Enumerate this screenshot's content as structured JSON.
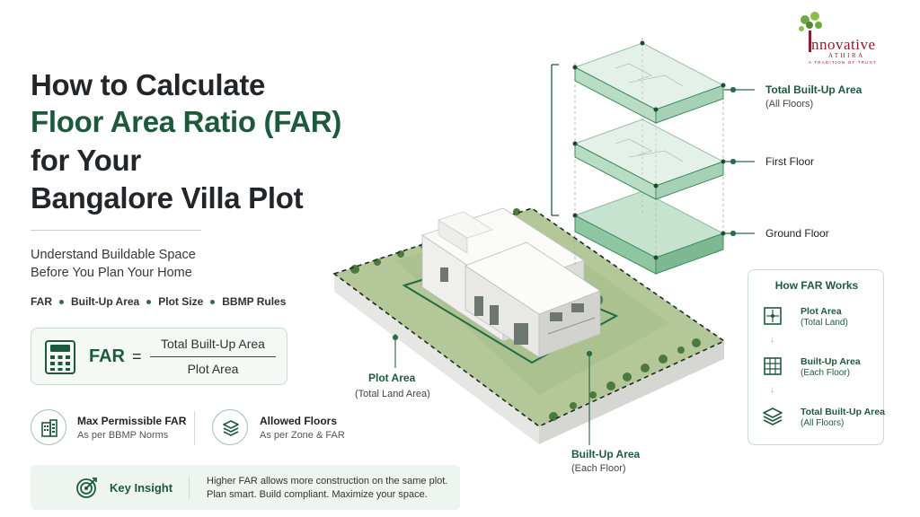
{
  "title": {
    "line1": "How to Calculate",
    "line2": "Floor Area Ratio (FAR)",
    "line3": "for Your",
    "line4": "Bangalore Villa Plot"
  },
  "subtitle": {
    "line1": "Understand Buildable Space",
    "line2": "Before You Plan Your Home"
  },
  "tags": [
    "FAR",
    "Built-Up Area",
    "Plot Size",
    "BBMP Rules"
  ],
  "formula": {
    "lhs": "FAR",
    "equals": "=",
    "numerator": "Total Built-Up Area",
    "denominator": "Plot Area"
  },
  "info": [
    {
      "title": "Max Permissible FAR",
      "subtitle": "As per BBMP Norms",
      "icon": "building-icon"
    },
    {
      "title": "Allowed Floors",
      "subtitle": "As per Zone & FAR",
      "icon": "layers-icon"
    }
  ],
  "insight": {
    "title": "Key Insight",
    "line1": "Higher FAR allows more construction on the same plot.",
    "line2": "Plan smart.  Build compliant. Maximize your space.",
    "icon": "target-icon"
  },
  "diagram_labels": {
    "total_built_up": "Total Built-Up Area",
    "total_built_up_sub": "(All Floors)",
    "first_floor": "First Floor",
    "ground_floor": "Ground Floor",
    "plot_area": "Plot Area",
    "plot_area_sub": "(Total Land Area)",
    "built_up": "Built-Up Area",
    "built_up_sub": "(Each Floor)"
  },
  "how_far_works": {
    "title": "How FAR Works",
    "steps": [
      {
        "title": "Plot Area",
        "subtitle": "(Total Land)",
        "icon": "plot-icon"
      },
      {
        "title": "Built-Up Area",
        "subtitle": "(Each Floor)",
        "icon": "grid-icon"
      },
      {
        "title": "Total Built-Up Area",
        "subtitle": "(All Floors)",
        "icon": "stack-icon"
      }
    ],
    "arrow": "↓"
  },
  "logo": {
    "word": "nnovative",
    "sub": "ATHIRA",
    "tagline": "A TRADITION OF TRUST"
  },
  "colors": {
    "primary_green": "#1d5a3c",
    "accent_green": "#2f6b4c",
    "lawn": "#a9bf8c",
    "logo_red": "#8a1f2c"
  }
}
